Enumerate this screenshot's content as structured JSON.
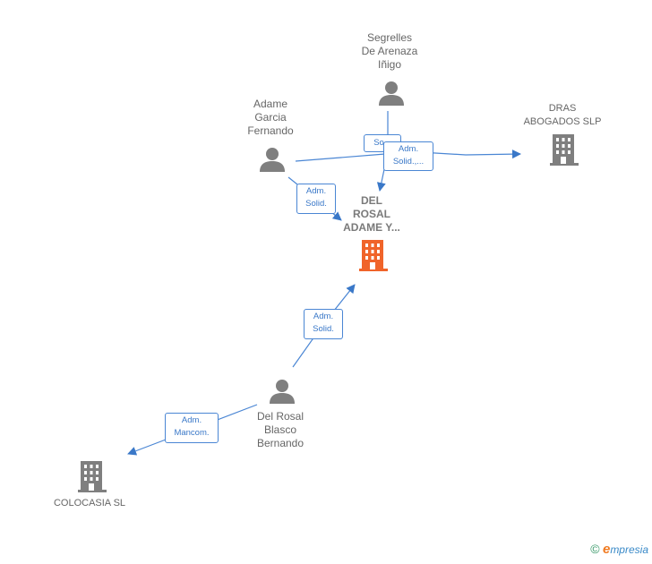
{
  "nodes": {
    "segrelles": "Segrelles\nDe Arenaza\nIñigo",
    "adame_garcia": "Adame\nGarcia\nFernando",
    "dras": "DRAS\nABOGADOS  SLP",
    "center": "DEL\nROSAL\nADAME Y...",
    "del_rosal_blasco": "Del Rosal\nBlasco\nBernando",
    "colocasia": "COLOCASIA SL"
  },
  "edges": {
    "socio": "So...",
    "adm_solid_trunc": "Adm.\nSolid.,...",
    "adame_to_center": "Adm.\nSolid.",
    "blasco_to_center": "Adm.\nSolid.",
    "blasco_to_colocasia": "Adm.\nMancom."
  },
  "colors": {
    "edge": "#3a78c8",
    "person": "#7f7f7f",
    "company": "#7f7f7f",
    "center_company": "#f0642a"
  },
  "footer": {
    "copyright": "©",
    "brand_initial": "e",
    "brand_rest": "mpresia"
  }
}
